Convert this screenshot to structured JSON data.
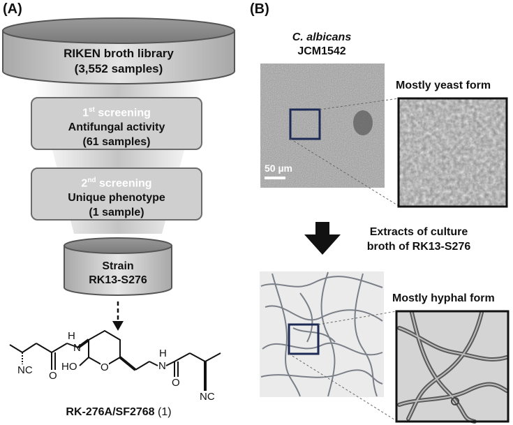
{
  "panelA": {
    "label": "(A)",
    "library": {
      "title": "RIKEN broth library",
      "count": "(3,552 samples)"
    },
    "screen1": {
      "num": "1",
      "sup": "st",
      "word": " screening",
      "activity": "Antifungal activity",
      "count": "(61 samples)"
    },
    "screen2": {
      "num": "2",
      "sup": "nd",
      "word": " screening",
      "activity": "Unique phenotype",
      "count": "(1 sample)"
    },
    "strain": {
      "line1": "Strain",
      "line2": "RK13-S276"
    },
    "molecule": {
      "atoms": {
        "nc1": "NC",
        "n1": "N",
        "h1": "H",
        "o1": "O",
        "ho": "HO",
        "o_ring": "O",
        "n2": "N",
        "h2": "H",
        "o2": "O",
        "nc2": "NC"
      },
      "name": "RK-276A/SF2768",
      "number": "(1)"
    }
  },
  "panelB": {
    "label": "(B)",
    "organism": {
      "species": "C. albicans",
      "strain": "JCM1542"
    },
    "scale_bar": "50 µm",
    "top_zoom_label": "Mostly yeast form",
    "treatment": {
      "line1": "Extracts of culture",
      "line2": "broth of RK13-S276"
    },
    "bottom_zoom_label": "Mostly hyphal form"
  }
}
